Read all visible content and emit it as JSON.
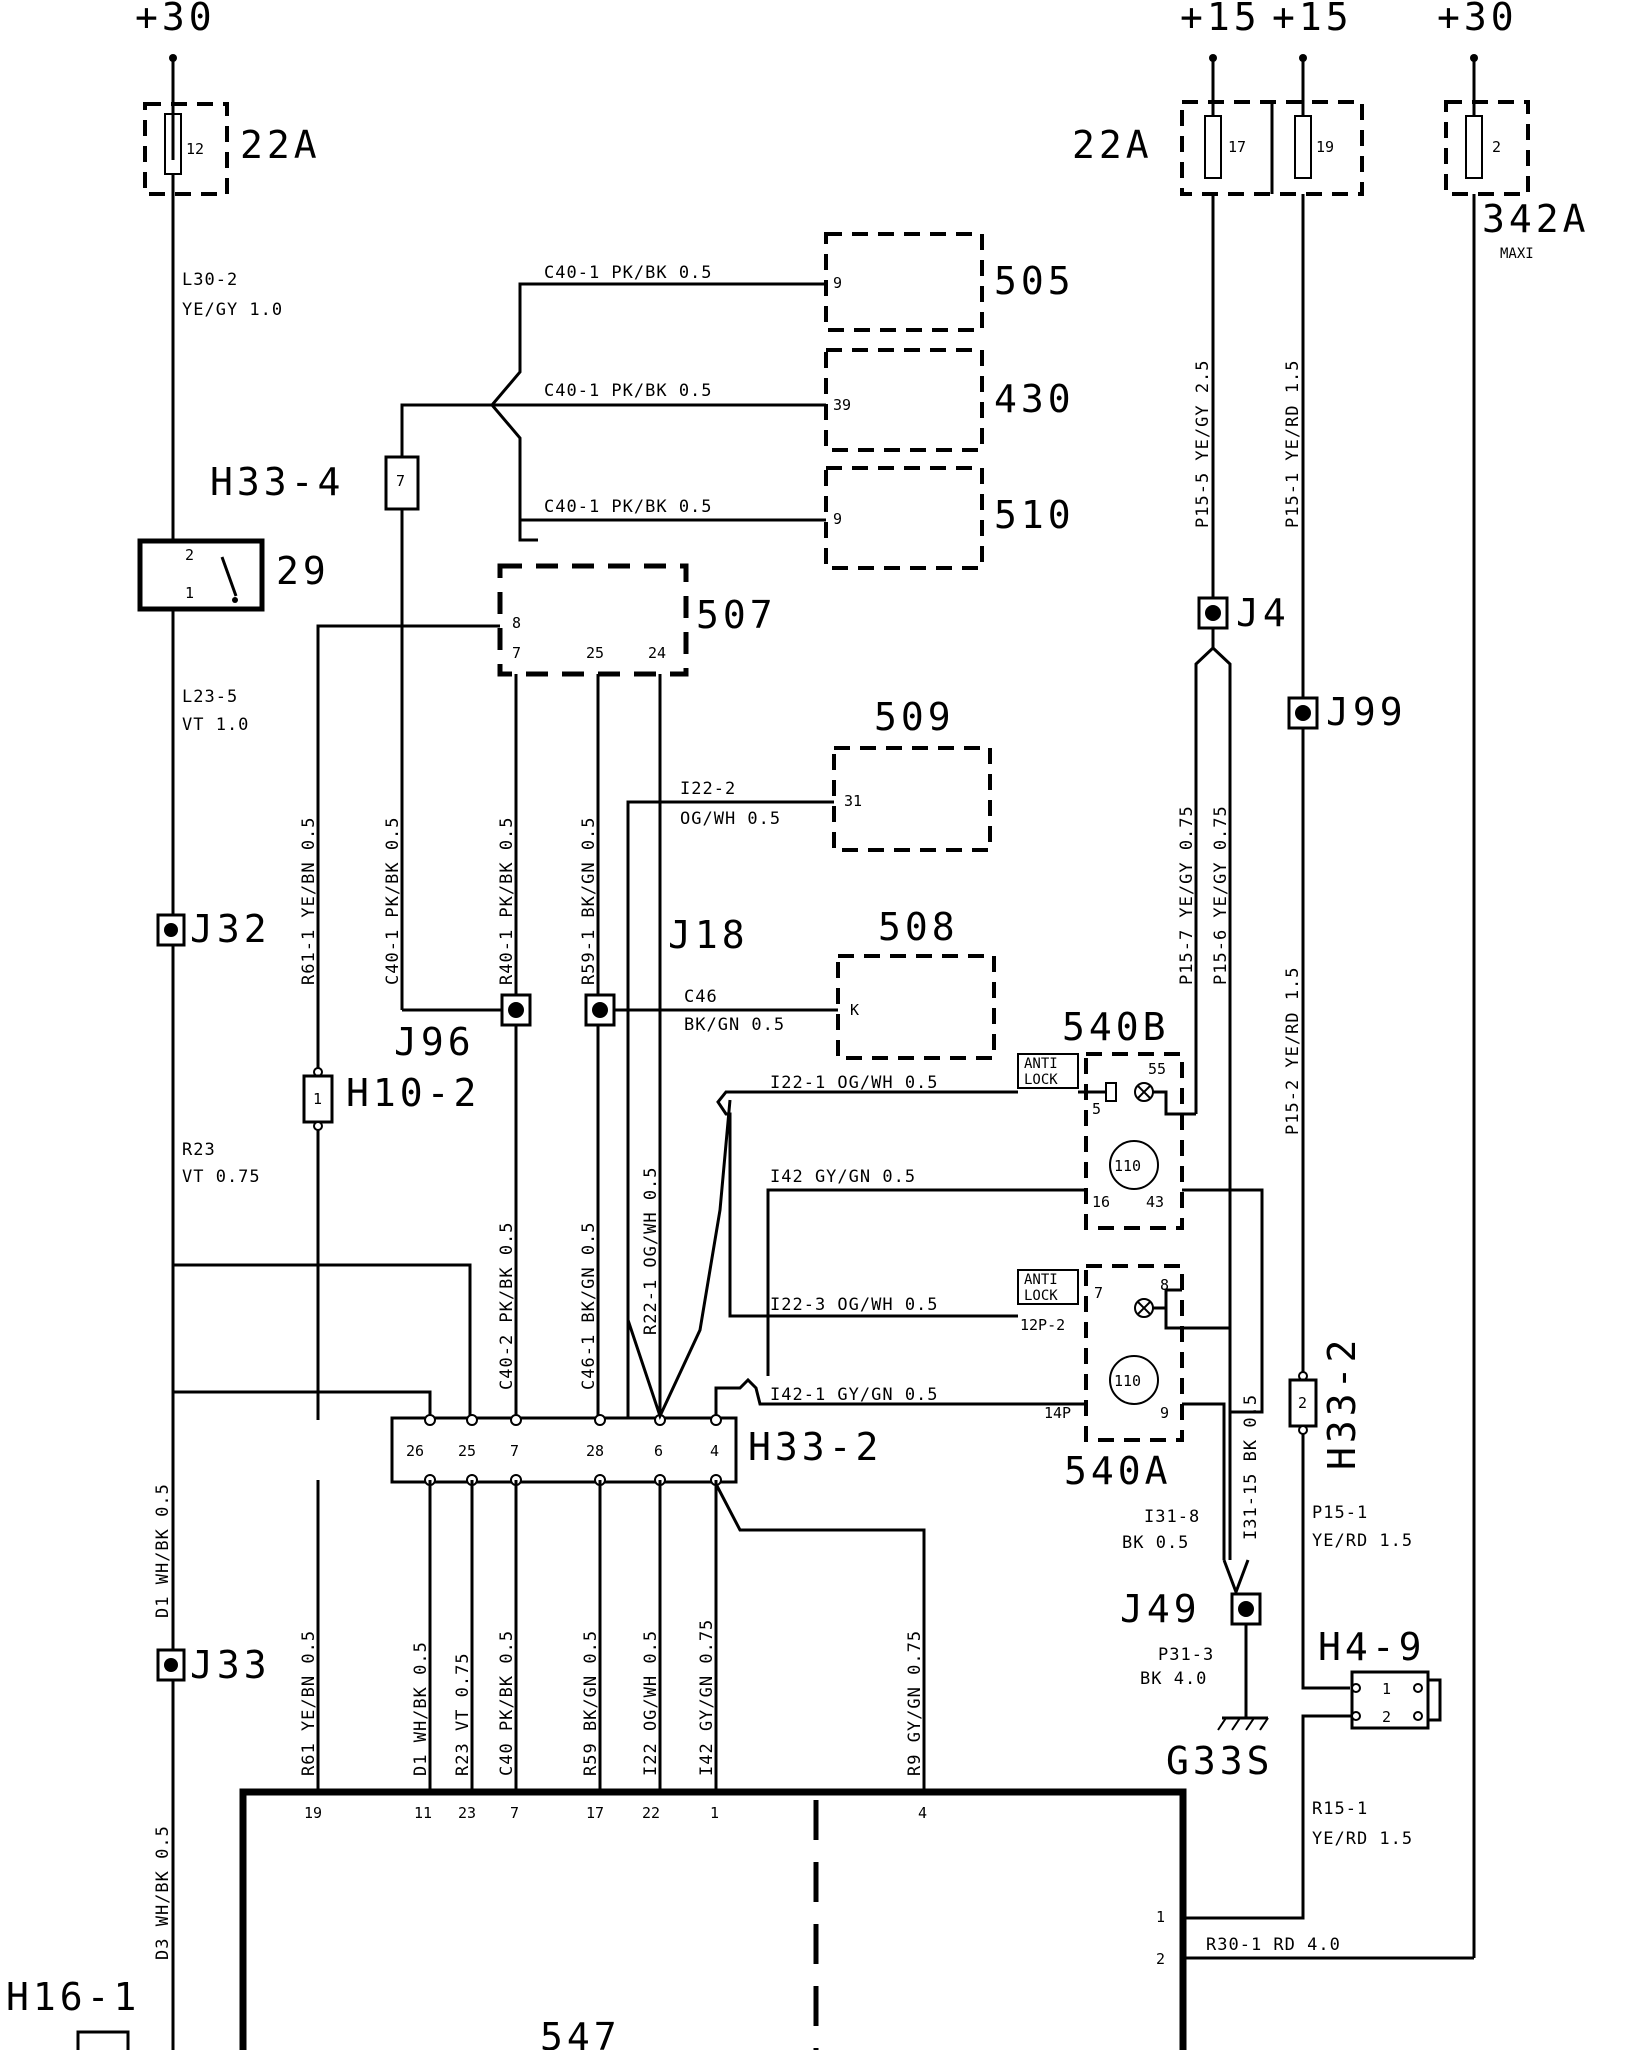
{
  "supply": {
    "plus30_left": "+30",
    "plus15_a": "+15",
    "plus15_b": "+15",
    "plus30_right": "+30"
  },
  "fuses": {
    "f12": {
      "num": "12",
      "label": "22A"
    },
    "f17": {
      "num": "17",
      "label": "22A"
    },
    "f19": {
      "num": "19"
    },
    "f2": {
      "num": "2",
      "label": "342A",
      "sub": "MAXI"
    }
  },
  "components": {
    "c505": {
      "label": "505",
      "pin": "9"
    },
    "c430": {
      "label": "430",
      "pin": "39"
    },
    "c510": {
      "label": "510",
      "pin": "9"
    },
    "c29": {
      "label": "29",
      "p1": "1",
      "p2": "2"
    },
    "c507": {
      "label": "507",
      "p8": "8",
      "p7": "7",
      "p25": "25",
      "p24": "24"
    },
    "c509": {
      "label": "509",
      "pin": "31"
    },
    "c508": {
      "label": "508",
      "pin": "K"
    },
    "c540b": {
      "label": "540B",
      "anti": "ANTI",
      "lock": "LOCK",
      "p55": "55",
      "p5": "5",
      "motor": "110",
      "p16": "16",
      "p43": "43"
    },
    "c540a": {
      "label": "540A",
      "anti": "ANTI",
      "lock": "LOCK",
      "p7": "7",
      "p8": "8",
      "motor": "110",
      "p9": "9",
      "p12p2": "12P-2",
      "p14p": "14P"
    },
    "c547": {
      "label": "547",
      "p1": "1",
      "p2": "2",
      "pins": [
        "19",
        "11",
        "23",
        "7",
        "17",
        "22",
        "1",
        "4"
      ]
    }
  },
  "connectors": {
    "h33_4": {
      "label": "H33-4",
      "pin": "7"
    },
    "h10_2": {
      "label": "H10-2",
      "pin": "1"
    },
    "h33_2v": {
      "label": "H33-2",
      "pin": "2"
    },
    "h33_2": {
      "label": "H33-2",
      "pins": [
        "26",
        "25",
        "7",
        "28",
        "6",
        "4"
      ]
    },
    "h4_9": {
      "label": "H4-9",
      "p1": "1",
      "p2": "2"
    },
    "h16_1": {
      "label": "H16-1"
    }
  },
  "junctions": {
    "j4": "J4",
    "j99": "J99",
    "j32": "J32",
    "j96": "J96",
    "j18": "J18",
    "j33": "J33",
    "j49": "J49"
  },
  "ground": {
    "g33s": "G33S"
  },
  "wires": {
    "l30_2a": "L30-2",
    "l30_2b": "YE/GY 1.0",
    "c40_505": "C40-1 PK/BK 0.5",
    "c40_430": "C40-1 PK/BK 0.5",
    "c40_510": "C40-1 PK/BK 0.5",
    "l23_5a": "L23-5",
    "l23_5b": "VT 1.0",
    "r61_1": "R61-1 YE/BN 0.5",
    "c40_1v": "C40-1 PK/BK 0.5",
    "r40_1": "R40-1 PK/BK 0.5",
    "r59_1": "R59-1 BK/GN 0.5",
    "i22_2a": "I22-2",
    "i22_2b": "OG/WH 0.5",
    "c46a": "C46",
    "c46b": "BK/GN 0.5",
    "p15_5": "P15-5 YE/GY 2.5",
    "p15_1top": "P15-1 YE/RD 1.5",
    "p15_7": "P15-7 YE/GY 0.75",
    "p15_6": "P15-6 YE/GY 0.75",
    "p15_2": "P15-2 YE/RD 1.5",
    "i22_1": "I22-1 OG/WH 0.5",
    "i42": "I42 GY/GN 0.5",
    "i22_3": "I22-3 OG/WH 0.5",
    "i42_1": "I42-1 GY/GN 0.5",
    "r23a": "R23",
    "r23b": "VT 0.75",
    "c40_2": "C40-2 PK/BK 0.5",
    "c46_1": "C46-1 BK/GN 0.5",
    "r22_1": "R22-1 OG/WH 0.5",
    "i31_15": "I31-15 BK 0.5",
    "i31_8a": "I31-8",
    "i31_8b": "BK 0.5",
    "p31_3a": "P31-3",
    "p31_3b": "BK 4.0",
    "p15_1a": "P15-1",
    "p15_1b": "YE/RD 1.5",
    "r15_1a": "R15-1",
    "r15_1b": "YE/RD 1.5",
    "r30_1": "R30-1 RD 4.0",
    "d1_top": "D1 WH/BK 0.5",
    "d3": "D3 WH/BK 0.5",
    "b_r61": "R61 YE/BN 0.5",
    "b_d1": "D1 WH/BK 0.5",
    "b_r23": "R23 VT 0.75",
    "b_c40": "C40 PK/BK 0.5",
    "b_r59": "R59 BK/GN 0.5",
    "b_i22": "I22 OG/WH 0.5",
    "b_i42": "I42 GY/GN 0.75",
    "b_r9": "R9 GY/GN 0.75"
  }
}
